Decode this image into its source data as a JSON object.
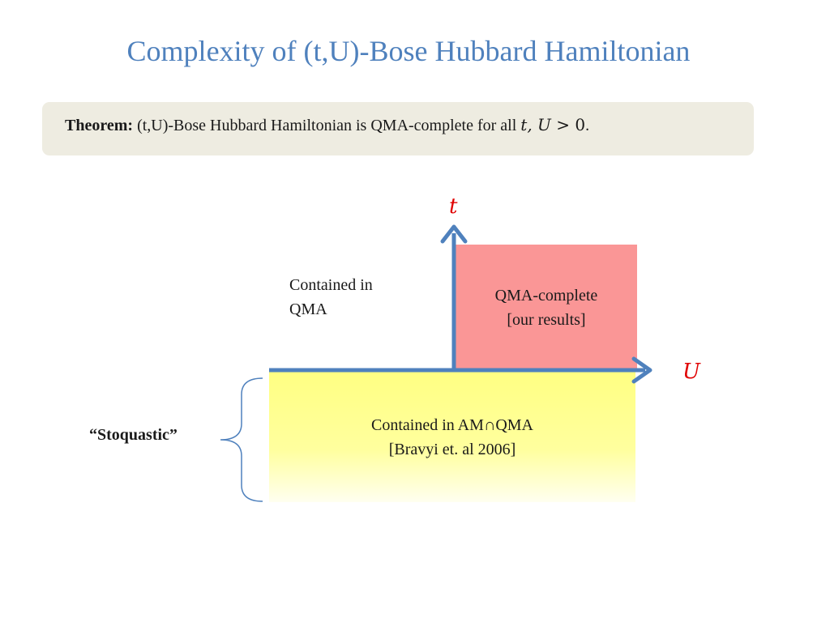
{
  "slide": {
    "title": "Complexity of  (t,U)-Bose Hubbard Hamiltonian"
  },
  "theorem": {
    "label": "Theorem:",
    "text": " (t,U)-Bose Hubbard Hamiltonian is QMA-complete for all ",
    "math": "t, U",
    "relation": " > 0",
    "end": "."
  },
  "diagram": {
    "axis_t": "t",
    "axis_u": "U",
    "upper_left_line1": "Contained in",
    "upper_left_line2": "QMA",
    "qma_complete_line1": "QMA-complete",
    "qma_complete_line2": "[our results]",
    "stoq_line1": "Contained in AM∩QMA",
    "stoq_line2": "[Bravyi et. al 2006]",
    "stoquastic_label": "“Stoquastic”",
    "colors": {
      "title": "#4F81BD",
      "axis": "#4F81BD",
      "axis_label": "#E00000",
      "qma_complete_fill": "#FA9696",
      "stoq_fill": "#FFFF82",
      "theorem_box": "#EEECE1"
    }
  }
}
